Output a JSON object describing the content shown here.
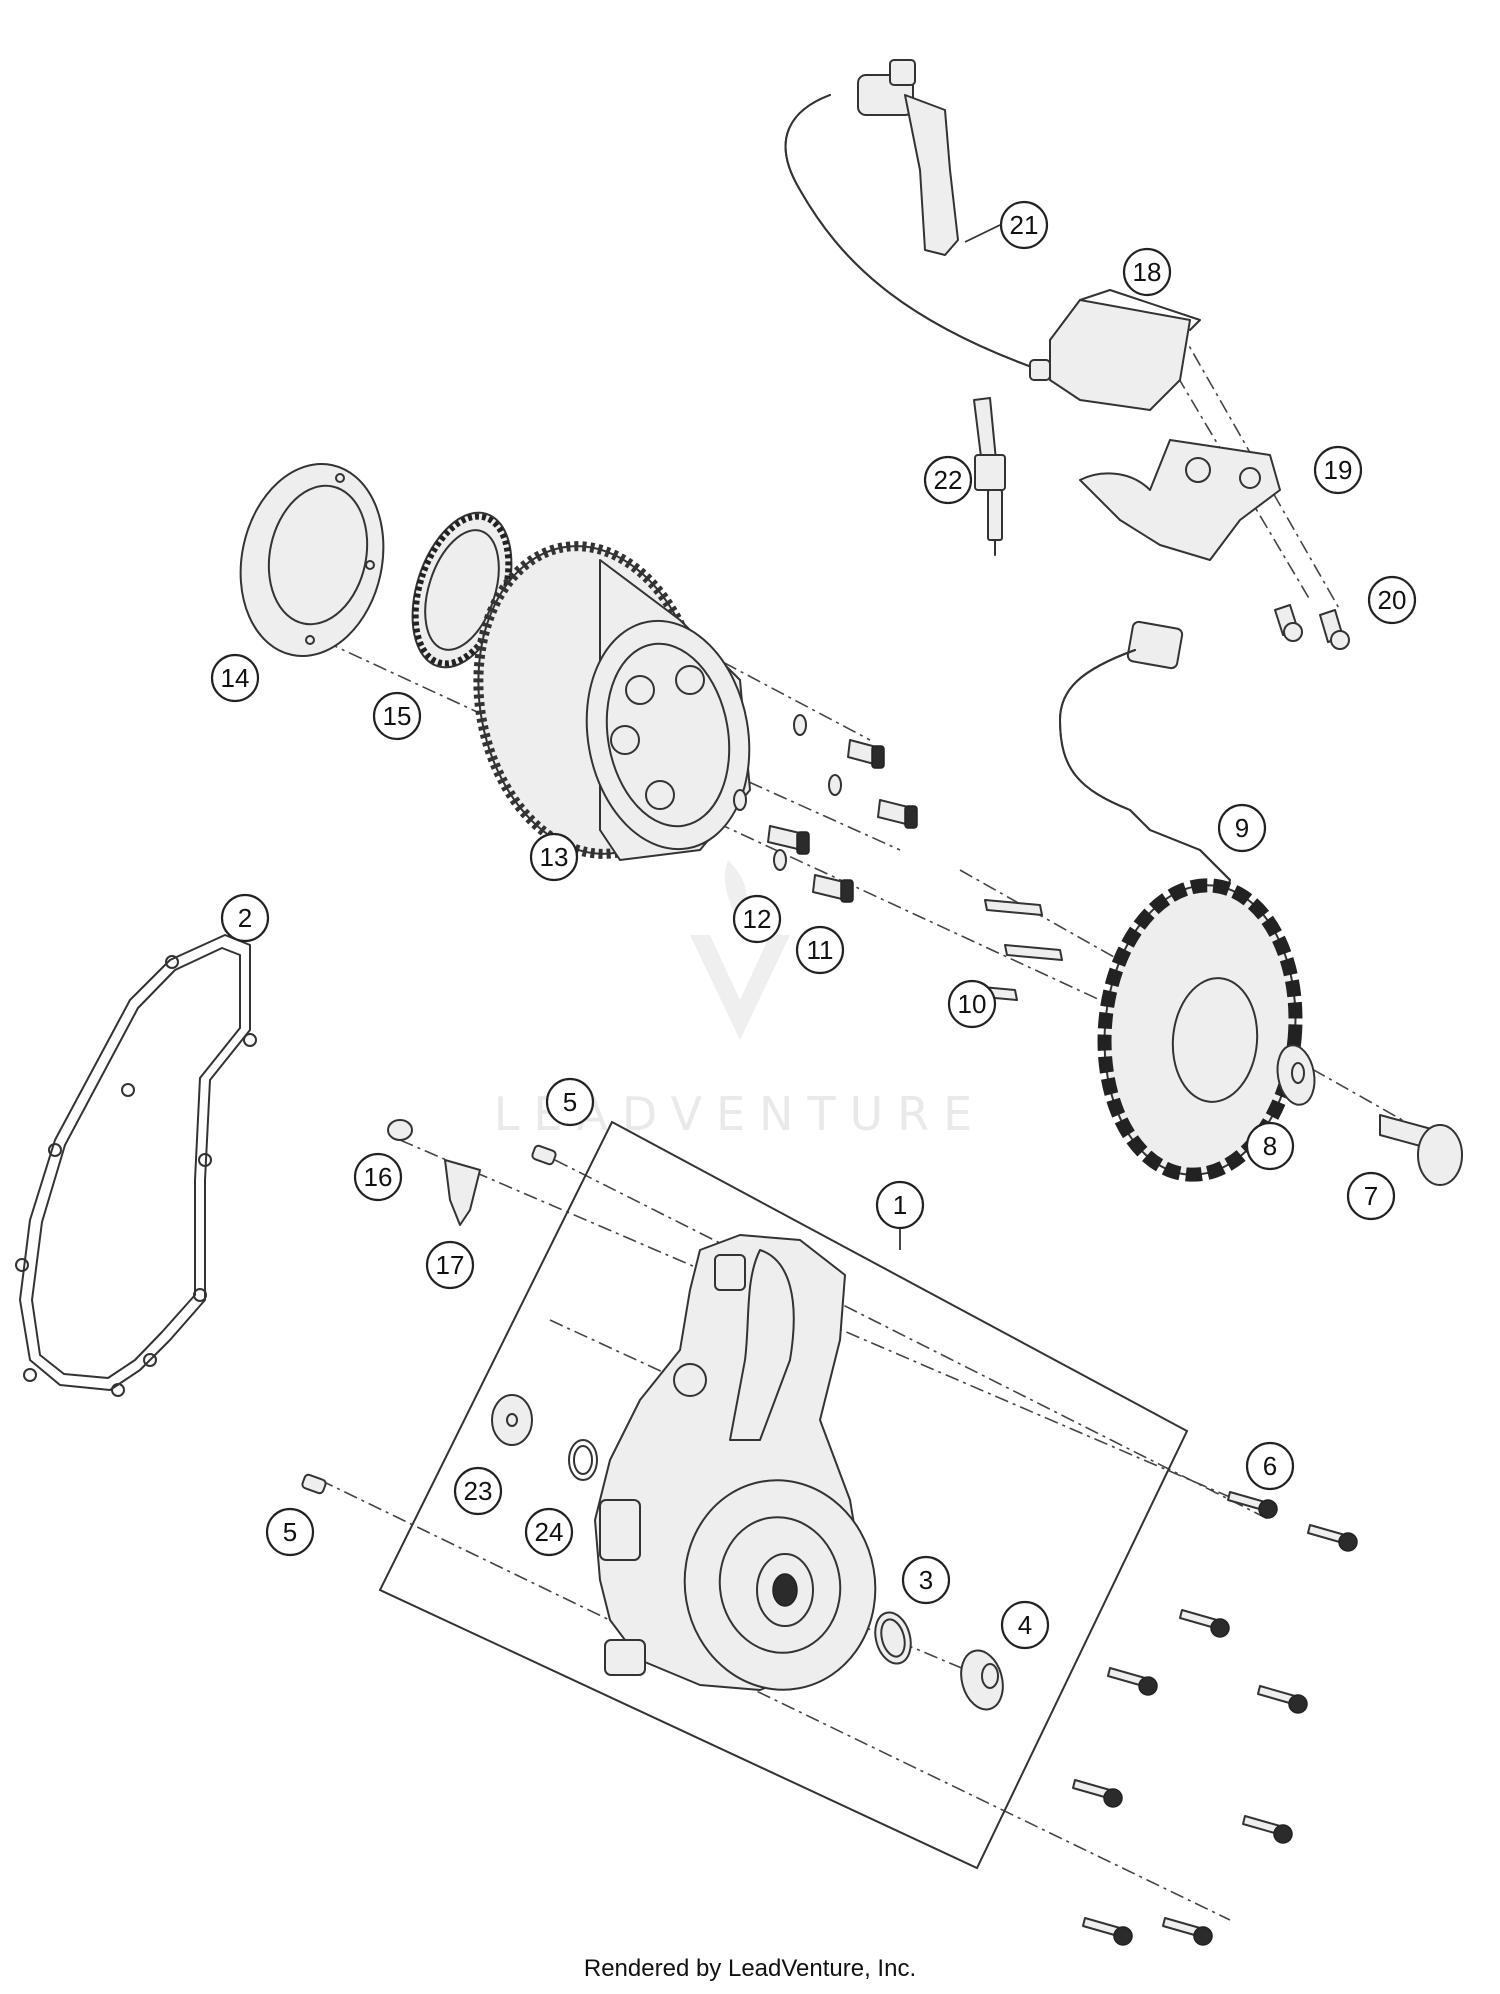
{
  "watermark": "LEADVENTURE",
  "footer": "Rendered by LeadVenture, Inc.",
  "callouts": [
    "1",
    "2",
    "3",
    "4",
    "5",
    "5",
    "6",
    "7",
    "8",
    "9",
    "10",
    "11",
    "12",
    "13",
    "14",
    "15",
    "16",
    "17",
    "18",
    "19",
    "20",
    "21",
    "22",
    "23",
    "24"
  ]
}
